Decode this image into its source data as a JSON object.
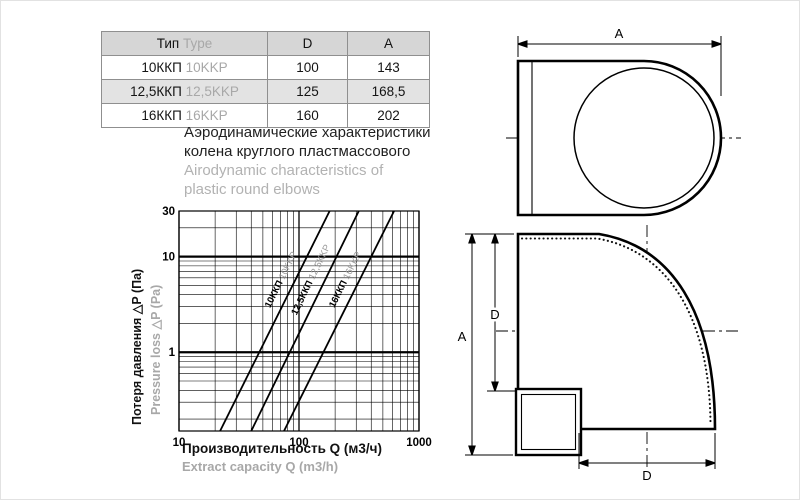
{
  "table": {
    "header": {
      "type_ru": "Тип",
      "type_en": "Type",
      "col_d": "D",
      "col_a": "A"
    },
    "rows": [
      {
        "type_ru": "10ККП",
        "type_en": "10KKP",
        "d": "100",
        "a": "143"
      },
      {
        "type_ru": "12,5ККП",
        "type_en": "12,5KKP",
        "d": "125",
        "a": "168,5"
      },
      {
        "type_ru": "16ККП",
        "type_en": "16KKP",
        "d": "160",
        "a": "202"
      }
    ]
  },
  "title": {
    "ru_line1": "Аэродинамические характеристики",
    "ru_line2": "колена круглого пластмассового",
    "en_line1": "Airodynamic characteristics of",
    "en_line2": "plastic round elbows"
  },
  "chart": {
    "y_title_ru": "Потеря давления △P (Па)",
    "y_title_en": "Pressure loss △P (Pa)",
    "x_title_ru": "Производительность Q (м3/ч)",
    "x_title_en": "Extract capacity Q (m3/h)"
  },
  "chart_data": {
    "type": "line",
    "title": "Аэродинамические характеристики колена круглого пластмассового / Airodynamic characteristics of plastic round elbows",
    "x_scale": "log",
    "y_scale": "log",
    "xlim": [
      10,
      1000
    ],
    "ylim": [
      0.15,
      30
    ],
    "x_ticks": [
      10,
      100,
      1000
    ],
    "y_ticks": [
      30,
      10,
      1
    ],
    "xlabel": "Производительность Q (м3/ч) / Extract capacity Q (m3/h)",
    "ylabel": "Потеря давления △P (Па) / Pressure loss △P (Pa)",
    "grid": "log minor + major gridlines",
    "legend_position": "labels rotated along lines",
    "series": [
      {
        "label_ru": "10ККП",
        "label_en": "10KKP",
        "points": [
          [
            22,
            0.15
          ],
          [
            180,
            30
          ]
        ]
      },
      {
        "label_ru": "12,5ККП",
        "label_en": "12,5KKP",
        "points": [
          [
            40,
            0.15
          ],
          [
            315,
            30
          ]
        ]
      },
      {
        "label_ru": "16ККП",
        "label_en": "16KKP",
        "points": [
          [
            75,
            0.15
          ],
          [
            620,
            30
          ]
        ]
      }
    ]
  },
  "drawings": {
    "dim_a_top": "A",
    "dim_a_front": "A",
    "dim_d_vertical": "D",
    "dim_d_horizontal": "D"
  },
  "colors": {
    "secondary_gray": "#a8a8a8",
    "line_black": "#000000"
  }
}
